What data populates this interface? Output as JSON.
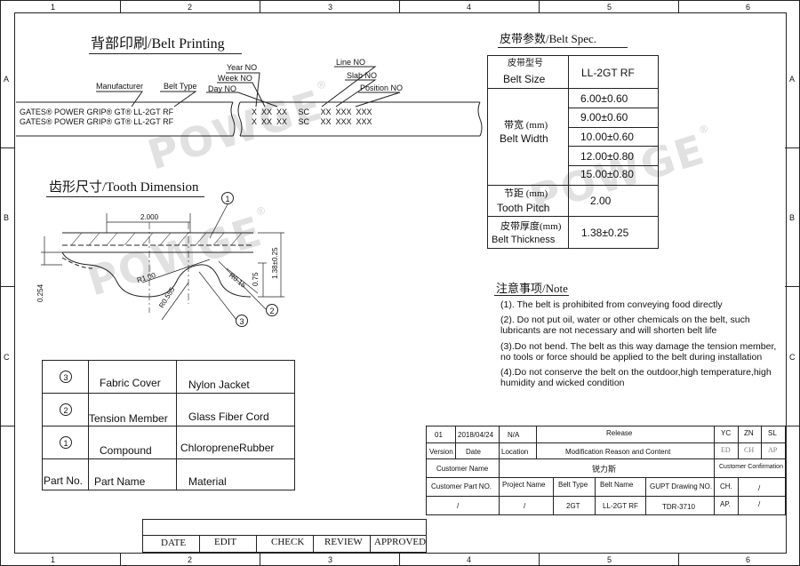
{
  "grid": {
    "columns": [
      "1",
      "2",
      "3",
      "4",
      "5",
      "6"
    ],
    "rows": [
      "A",
      "B",
      "C"
    ]
  },
  "watermark": {
    "text": "POWGE",
    "mark": "®"
  },
  "belt_printing": {
    "title": "背部印刷/Belt Printing",
    "labels": {
      "year": "Year NO",
      "week": "Week NO",
      "day": "Day NO",
      "manufacturer": "Manufacturer",
      "belt_type": "Belt Type",
      "line": "Line NO",
      "slab": "Slab NO",
      "position": "Position NO"
    },
    "print_line_1": "GATES® POWER GRIP® GT®  LL-2GT RF",
    "print_line_2": "GATES® POWER GRIP® GT®  LL-2GT RF",
    "code_line_1": "X  XX  XX     SC     XX  XXX  XXX",
    "code_line_2": "X  XX  XX     SC     XX  XXX  XXX"
  },
  "tooth_dimension": {
    "title": "齿形尺寸/Tooth Dimension",
    "dims": {
      "pitch": "2.000",
      "r1": "R1.00",
      "r015": "R0.15",
      "r0555": "R0.555",
      "h075": "0.75",
      "h138": "1.38±0.25",
      "h0254": "0.254"
    },
    "callouts": [
      "1",
      "2",
      "3"
    ]
  },
  "belt_spec": {
    "title": "皮带参数/Belt Spec.",
    "size_label_cn": "皮带型号",
    "size_label_en": "Belt Size",
    "size_value": "LL-2GT RF",
    "width_label_cn": "带宽  (mm)",
    "width_label_en": "Belt Width",
    "width_values": [
      "6.00±0.60",
      "9.00±0.60",
      "10.00±0.60",
      "12.00±0.80",
      "15.00±0.80"
    ],
    "pitch_label_cn": "节距   (mm)",
    "pitch_label_en": "Tooth Pitch",
    "pitch_value": "2.00",
    "thick_label_cn": "皮带厚度(mm)",
    "thick_label_en": "Belt Thickness",
    "thick_value": "1.38±0.25"
  },
  "note": {
    "title": "注意事项/Note",
    "items": [
      "(1). The belt is prohibited from conveying food directly",
      "(2). Do not put oil, water or other chemicals on the belt, such",
      "lubricants are not  necessary and will shorten belt life",
      "(3).Do not bend. The belt as this way damage the tension member,",
      "no tools or force should be applied to the belt during installation",
      "(4).Do not conserve the belt on the outdoor,high temperature,high",
      "humidity and wicked condition"
    ]
  },
  "materials": {
    "rows": [
      {
        "no": "3",
        "part": "Fabric Cover",
        "material": "Nylon Jacket"
      },
      {
        "no": "2",
        "part": "Tension Member",
        "material": "Glass Fiber Cord"
      },
      {
        "no": "1",
        "part": "Compound",
        "material": "ChloropreneRubber"
      }
    ],
    "header": {
      "no": "Part No.",
      "part": "Part Name",
      "material": "Material"
    }
  },
  "title_block": {
    "rev_no": "01",
    "rev_date": "2018/04/24",
    "rev_loc": "N/A",
    "rev_reason": "Release",
    "h_version": "Version",
    "h_date": "Date",
    "h_location": "Location",
    "h_reason": "Modification Reason and Content",
    "sig_yc": "YC",
    "sig_zn": "ZN",
    "sig_sl": "SL",
    "sig_ed": "ED",
    "sig_ch": "CH",
    "sig_ap": "AP",
    "customer_name_label": "Customer Name",
    "customer_name_value": "锐力斯",
    "customer_confirm": "Customer Confirmation",
    "customer_part_label": "Customer Part NO.",
    "project_name_label": "Project Name",
    "belt_type_label": "Belt Type",
    "belt_name_label": "Belt Name",
    "gupt_label": "GUPT Drawing NO.",
    "ch_label": "CH.",
    "ch_value": "/",
    "customer_part_value": "/",
    "project_name_value": "/",
    "belt_type_value": "2GT",
    "belt_name_value": "LL-2GT RF",
    "gupt_value": "TDR-3710",
    "ap_label": "AP.",
    "ap_value": "/"
  },
  "approval_bar": {
    "items": [
      "DATE",
      "EDIT",
      "CHECK",
      "REVIEW",
      "APPROVED"
    ]
  }
}
